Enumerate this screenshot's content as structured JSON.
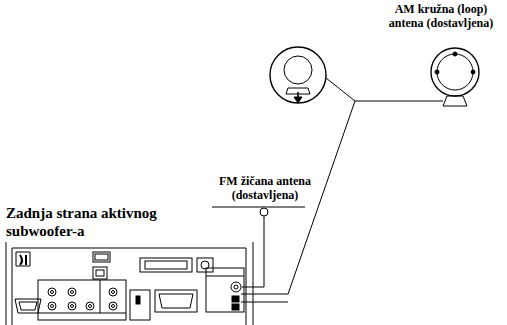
{
  "diagram": {
    "labels": [
      "AM kružna (loop) antena (dostavljena)",
      "FM žičana antena (dostavljena)",
      "Zadnja strana aktivnog subwoofer-a"
    ]
  }
}
